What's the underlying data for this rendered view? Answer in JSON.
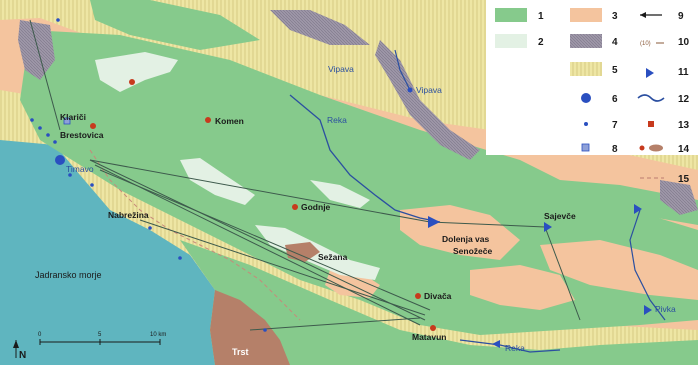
{
  "places": {
    "klariči": "Klariči",
    "brestovica": "Brestovica",
    "komen": "Komen",
    "timavo": "Timavo",
    "nabrezina": "Nabrežina",
    "godnje": "Godnje",
    "sezana": "Sežana",
    "divaca": "Divača",
    "matavun": "Matavun",
    "dolenja_vas": "Dolenja vas",
    "senozece": "Senožeče",
    "sajevce": "Sajevče",
    "vipava_region": "Vipava",
    "vipava_river": "Vipava",
    "reka_upper": "Reka",
    "reka_lower": "Reka",
    "pivka": "Pivka",
    "jadransko_morje": "Jadransko morje",
    "trst": "Trst"
  },
  "legend": {
    "items": [
      "1",
      "2",
      "3",
      "4",
      "5",
      "6",
      "7",
      "8",
      "9",
      "10",
      "11",
      "12",
      "13",
      "14",
      "15"
    ]
  },
  "scale": {
    "zero": "0",
    "five": "5",
    "ten": "10 km"
  },
  "north": "N",
  "colors": {
    "limestone": "#86ca8c",
    "limestone_light": "#e3f1e4",
    "flysch": "#f4c49e",
    "dolomite": "#9e97a8",
    "alluvium": "#eee6a4",
    "sea": "#5fb5bf",
    "river": "#2b4fa0",
    "spring": "#2a4fc0",
    "red": "#c73a1d",
    "brown": "#b58069",
    "trace_line": "#3d5a4c"
  }
}
